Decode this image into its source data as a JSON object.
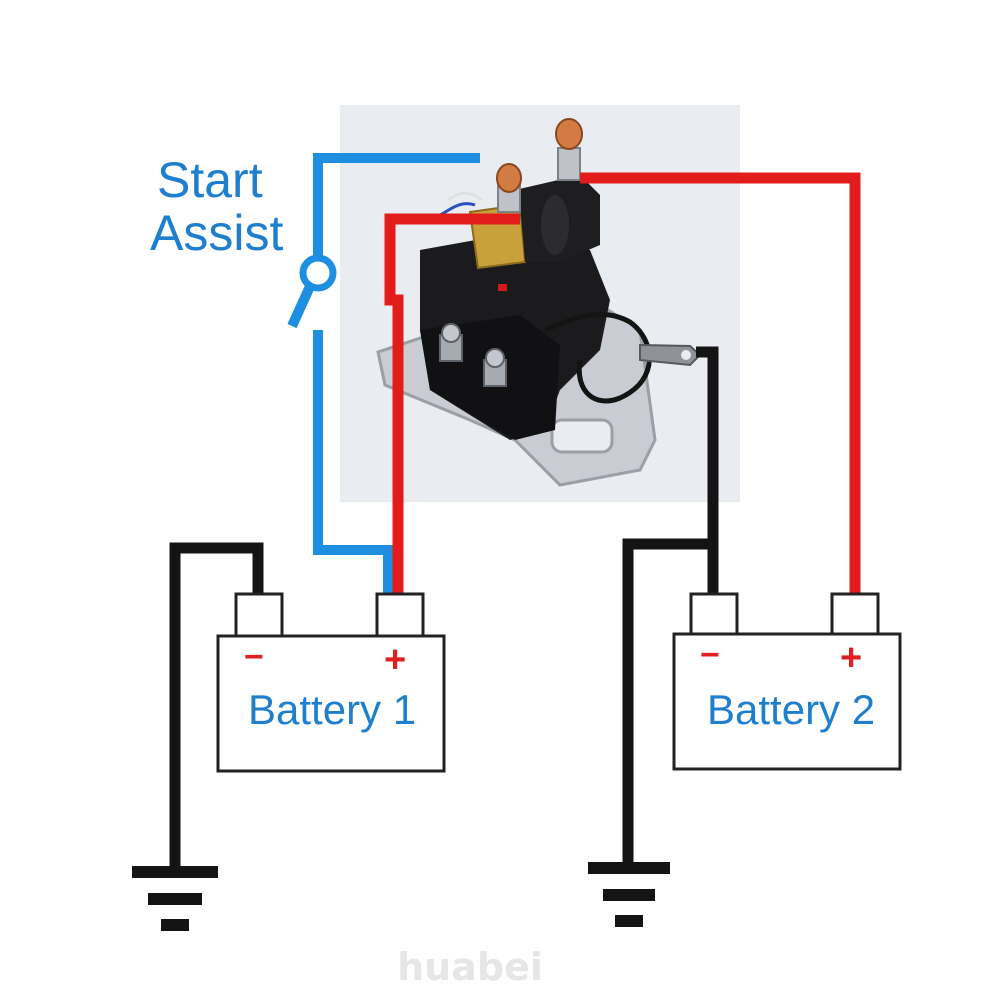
{
  "switch": {
    "label_line1": "Start",
    "label_line2": "Assist"
  },
  "battery1": {
    "label": "Battery 1",
    "neg_symbol": "−",
    "pos_symbol": "+"
  },
  "battery2": {
    "label": "Battery 2",
    "neg_symbol": "−",
    "pos_symbol": "+"
  },
  "watermark": "huabei",
  "colors": {
    "positive_wire": "#e21b1b",
    "ground_wire": "#141414",
    "control_wire": "#1e8fe0",
    "label_text": "#1f7fcf",
    "terminal_symbol": "#e02020"
  },
  "icons": [
    "solenoid-relay-icon",
    "ground-symbol-icon",
    "switch-icon"
  ]
}
